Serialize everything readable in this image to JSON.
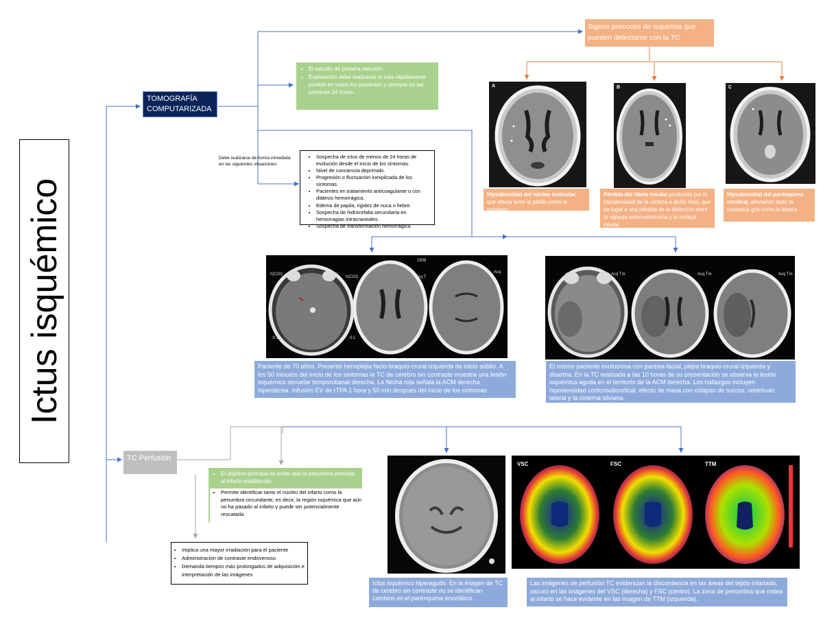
{
  "title": "Ictus isquémico",
  "ct_section": {
    "label_line1": "TOMOGRAFÍA",
    "label_line2": "COMPUTARIZADA",
    "features": [
      "El estudio de primera elección",
      "Exploración debe realizarse lo más rápidamente posible en todos los pacientes y siempre en las primeras 24 horas."
    ],
    "immediate_label": "Debe realizarse de forma inmediata en las siguientes situaciones:",
    "situations": [
      "Sospecha de ictus de menos de 24 horas de evolución desde el inicio de los síntomas.",
      "Nivel de conciencia deprimido.",
      "Progresión o fluctuación inexplicada de los síntomas.",
      "Pacientes en tratamiento anticoagulante o con diátesis hemorrágica.",
      "Edema de papila, rigidez de nuca o fiebre.",
      "Sospecha de hidrocefalia secundaria en hemorragias intracraneales.",
      "Sospecha de transformación hemorrágica."
    ]
  },
  "early_signs": {
    "title": "Signos precoces de isquemia que pueden detectarse con la TC",
    "images": [
      {
        "letter": "A",
        "bold": "Hipodensidad del núcleo lenticular,",
        "text": " que afecta tanto al pálido como al putamen"
      },
      {
        "letter": "B",
        "bold": "Pérdida del ribete insular",
        "text": " producido por la hipodensidad de la corteza a dicho nivel, que da lugar a una pérdida de la distinción entre la cápsula externa/extrema y la corteza insular."
      },
      {
        "letter": "C",
        "bold": "Hipodensidad del parénquima cerebral,",
        "text": " afectando tanto la sustancia gris como la blanca."
      }
    ]
  },
  "case1": {
    "caption": "Paciente de 70 años. Presentó hemiplejia facio-braquio-crural izquierda de inicio súbito. A los 50 minutos del inicio de los síntomas la TC de cerebro sin contraste muestra una lesión isquémica secuelar temporobasal derecha. La flecha roja señala la ACM derecha hiperdensa. Infusión EV de rTPA 1 hora y 50 min después del inicio de los síntomas",
    "overlays": [
      "h(COI)",
      "Acq Tn",
      "h(COI)",
      "Acq T",
      "Acq",
      "1908",
      ":0:1",
      "0:1"
    ]
  },
  "case2": {
    "caption": "El mismo paciente evoluciona con paresia facial, plejía braquio-crural izquierda y disartria. En la TC realizada a las 10 horas de su presentación se observa la lesión isquémica aguda en el territorio de la ACM derecha. Los hallazgos incluyen hipodensidad corticosubcortical, efecto de masa con colapso de surcos, ventrículo lateral y la cisterna silviana.",
    "overlays": [
      "Acq Tm",
      "Acq Tm",
      "Acq Tm"
    ]
  },
  "perfusion": {
    "label": "TC Perfusión",
    "objective": "El objetivo principal es evitar que la penumbra proceda al infarto establecido.",
    "advantage": "Permite identificar tanto el núcleo del infarto como la penumbra circundante, es decir, la región isquémica que aún no ha pasado al infarto y puede ser potencialmente rescatada",
    "disadvantages": [
      "Implica una mayor irradiación para el paciente",
      "Administración de contraste endovenoso",
      "Demanda tiempos más prolongados de adquisición e interpretación de las imágenes"
    ],
    "hyperacute_caption": "Ictus isquémico hiperagudo. En la imagen de TC de cerebro sin contraste no se identifican cambios en el parénquima encefálico.",
    "map_caption": "Las imágenes de perfusión TC evidencian la discordancia en las áreas del tejido infartado, oscuro en las imágenes del VSC (derecha) y FSC (centro). La zona de penumbra que rodea al infarto se hace evidente en las imagen de TTM (izquierda).",
    "map_labels": [
      "VSC",
      "FSC",
      "TTM"
    ]
  },
  "colors": {
    "navy": "#0a2459",
    "line_blue": "#4472c4",
    "orange": "#f4b183",
    "orange_arrow": "#ed7d31",
    "green": "#a9d18e",
    "blue_caption": "#8eaadb",
    "gray": "#bfbfbf"
  }
}
